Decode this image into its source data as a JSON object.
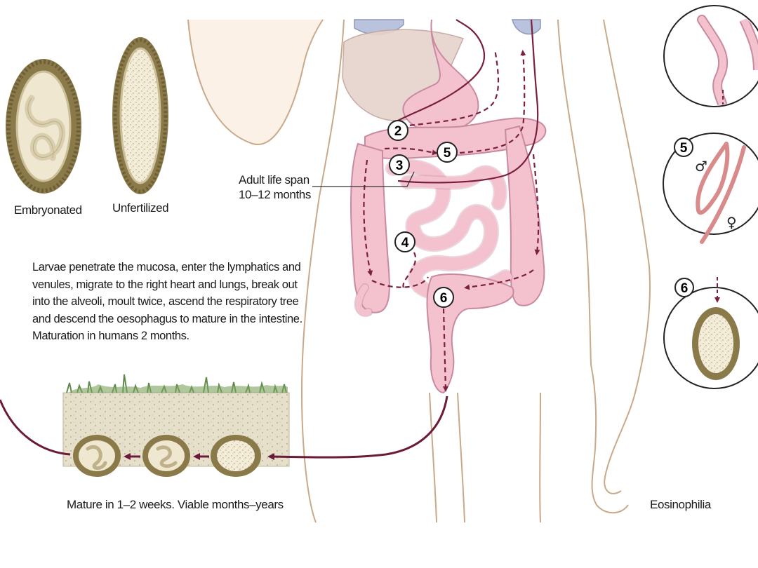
{
  "egg_labels": {
    "embryonated": "Embryonated",
    "unfertilized": "Unfertilized"
  },
  "adult_life_span": {
    "line1": "Adult life span",
    "line2": "10–12 months"
  },
  "larvae_description": [
    "Larvae penetrate the mucosa, enter the lymphatics and",
    "venules, migrate to the right heart and lungs, break out",
    "into the alveoli, moult twice, ascend the respiratory tree",
    "and descend the oesophagus to mature in the intestine.",
    "Maturation in humans 2 months."
  ],
  "soil_caption": "Mature in 1–2 weeks. Viable months–years",
  "eosinophilia_label": "Eosinophilia",
  "steps": {
    "s2": "2",
    "s3": "3",
    "s4": "4",
    "s5": "5",
    "s6": "6"
  },
  "insets": {
    "inset5_label": "5",
    "inset6_label": "6",
    "male_symbol": "♂",
    "female_symbol": "♀"
  },
  "colors": {
    "arrow": "#6b1a3a",
    "gut_fill": "#f4c2cf",
    "gut_stroke": "#c98aa0",
    "skin_stroke": "#c9a98a",
    "skin_fill": "#fbf1e6",
    "egg_shell": "#8a7a4a",
    "soil": "#d9d4c0"
  }
}
